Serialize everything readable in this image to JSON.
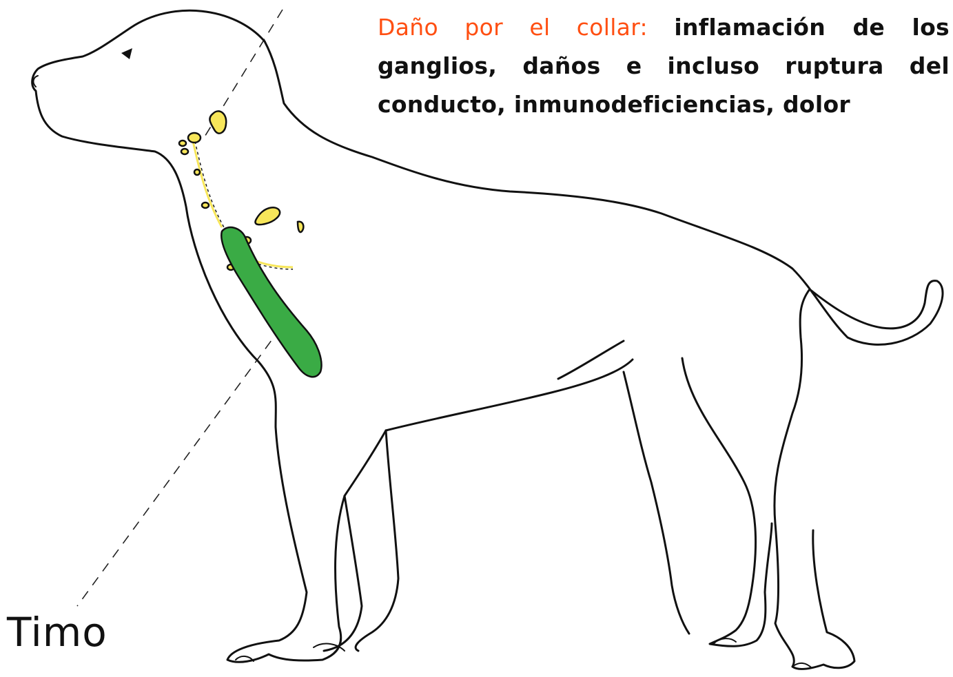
{
  "caption": {
    "lead": "Daño por el collar:",
    "body": "inflamación de los ganglios, daños e incluso ruptura del conducto, inmunodeficiencias, dolor"
  },
  "labels": {
    "thymus": "Timo"
  },
  "colors": {
    "lead_text": "#ff4f12",
    "thymus": "#3aab45",
    "lymph_nodes": "#f7e65a",
    "outline": "#111111"
  }
}
